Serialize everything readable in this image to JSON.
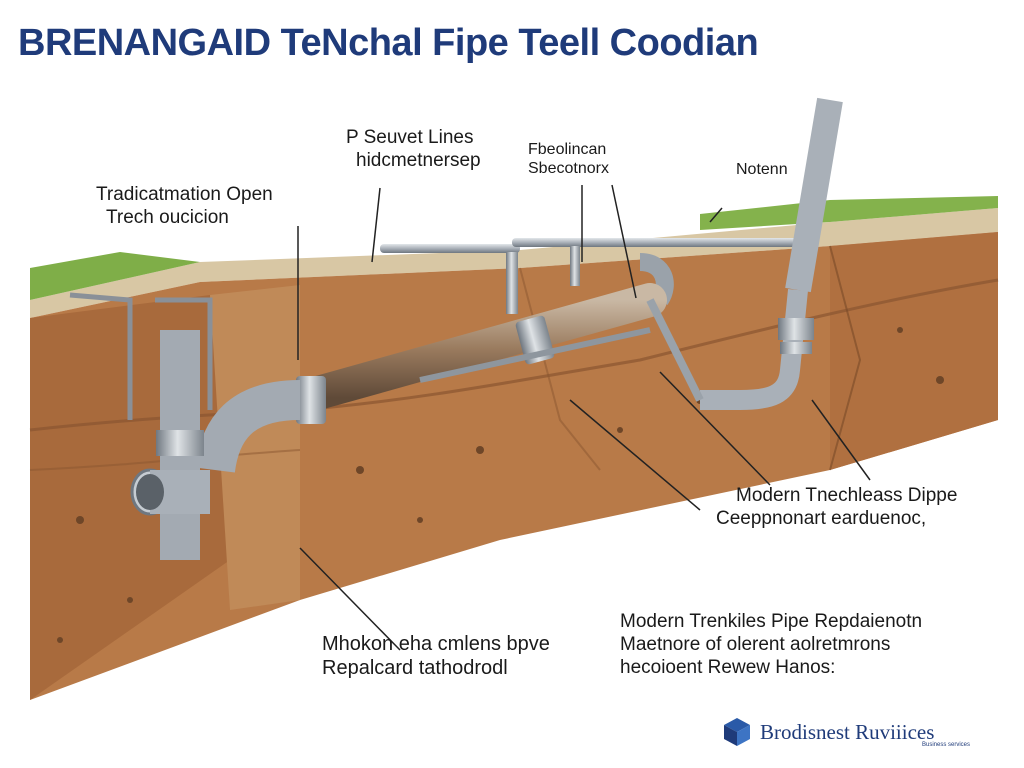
{
  "title": "BRENANGAID TeNchal Fipe Teell Coodian",
  "labels": {
    "traditional_open_trench": [
      "Tradicatmation Open",
      "Trech oucicion"
    ],
    "sewer_lines": [
      "P Seuvet Lines",
      "hidcmetnersep"
    ],
    "foundation_connector": [
      "Fbeolincan",
      "Sbecotnorx"
    ],
    "notenn": "Notenn",
    "modern_trenchless_pipe": [
      "Modern Tnechleass Dippe",
      "Ceeppnonart earduenoc,"
    ],
    "broken_pipe_replaced": [
      "Mhokon eha cmlens bpve",
      "Repalcard tathodrodl"
    ],
    "modern_replacement_block": [
      "Modern Trenkiles Pipe Repdaienotn",
      "Maetnore of olerent aolretmrons",
      "hecoioent Rewew Hanos:"
    ]
  },
  "logo": {
    "name": "Brodisnest Ruviiices",
    "tagline": "Business services",
    "icon": "cube-logo-icon"
  },
  "colors": {
    "title": "#1f3b7a",
    "soil": "#b87a48",
    "soil_dark": "#8a5530",
    "soil_light": "#c99a6a",
    "pipe": "#a9b0b8",
    "pipe_dark": "#6f7780",
    "grass": "#6a9a3a"
  }
}
